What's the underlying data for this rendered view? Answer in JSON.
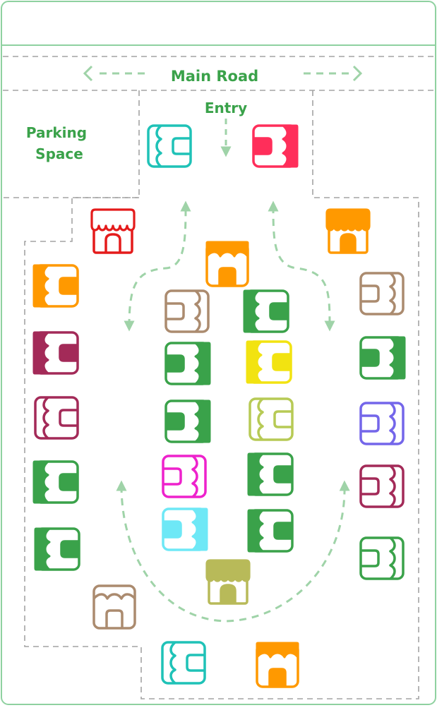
{
  "labels": {
    "main_road": "Main Road",
    "entry": "Entry",
    "parking_line1": "Parking",
    "parking_line2": "Space"
  },
  "colors": {
    "frame": "#8fd1a0",
    "label": "#3aa24a",
    "arrow": "#9fd3a8",
    "boundary": "#a3a3a3"
  },
  "stalls": [
    {
      "id": "entry-left",
      "color": "#1fc2b7",
      "style": "outline",
      "facing": "right"
    },
    {
      "id": "entry-right",
      "color": "#ff2e5a",
      "style": "filled",
      "facing": "left"
    },
    {
      "id": "top-left",
      "color": "#e41b1b",
      "style": "outline",
      "facing": "front"
    },
    {
      "id": "top-right",
      "color": "#ff9900",
      "style": "filled",
      "facing": "front"
    },
    {
      "id": "center-top",
      "color": "#ff9900",
      "style": "filled",
      "facing": "down"
    },
    {
      "id": "left-1",
      "color": "#ff9900",
      "style": "filled",
      "facing": "right"
    },
    {
      "id": "left-2",
      "color": "#a32a58",
      "style": "filled",
      "facing": "right"
    },
    {
      "id": "left-3",
      "color": "#a32a58",
      "style": "outline",
      "facing": "right"
    },
    {
      "id": "left-4",
      "color": "#3aa24a",
      "style": "filled",
      "facing": "right"
    },
    {
      "id": "left-5",
      "color": "#3aa24a",
      "style": "filled",
      "facing": "right"
    },
    {
      "id": "inner-left-1",
      "color": "#ab8b6f",
      "style": "outline",
      "facing": "left"
    },
    {
      "id": "inner-left-2",
      "color": "#3aa24a",
      "style": "filled",
      "facing": "left"
    },
    {
      "id": "inner-left-3",
      "color": "#3aa24a",
      "style": "filled",
      "facing": "left"
    },
    {
      "id": "inner-left-4",
      "color": "#ee22cc",
      "style": "outline",
      "facing": "left"
    },
    {
      "id": "inner-left-5",
      "color": "#6ee8f6",
      "style": "filled",
      "facing": "left"
    },
    {
      "id": "inner-right-1",
      "color": "#3aa24a",
      "style": "filled",
      "facing": "right"
    },
    {
      "id": "inner-right-2",
      "color": "#f2e311",
      "style": "filled",
      "facing": "right"
    },
    {
      "id": "inner-right-3",
      "color": "#b7ca55",
      "style": "outline",
      "facing": "right"
    },
    {
      "id": "inner-right-4",
      "color": "#3aa24a",
      "style": "filled",
      "facing": "right"
    },
    {
      "id": "inner-right-5",
      "color": "#3aa24a",
      "style": "filled",
      "facing": "right"
    },
    {
      "id": "right-1",
      "color": "#ab8b6f",
      "style": "outline",
      "facing": "left"
    },
    {
      "id": "right-2",
      "color": "#3aa24a",
      "style": "filled",
      "facing": "left"
    },
    {
      "id": "right-3",
      "color": "#7466ea",
      "style": "outline",
      "facing": "left"
    },
    {
      "id": "right-4",
      "color": "#a32a58",
      "style": "outline",
      "facing": "left"
    },
    {
      "id": "right-5",
      "color": "#3aa24a",
      "style": "outline",
      "facing": "left"
    },
    {
      "id": "center-bottom",
      "color": "#b8ba59",
      "style": "filled",
      "facing": "front"
    },
    {
      "id": "bottom-left",
      "color": "#ab8b6f",
      "style": "outline",
      "facing": "down"
    },
    {
      "id": "bottom-1",
      "color": "#1fc2b7",
      "style": "outline",
      "facing": "right"
    },
    {
      "id": "bottom-2",
      "color": "#ff9900",
      "style": "filled",
      "facing": "down"
    }
  ]
}
